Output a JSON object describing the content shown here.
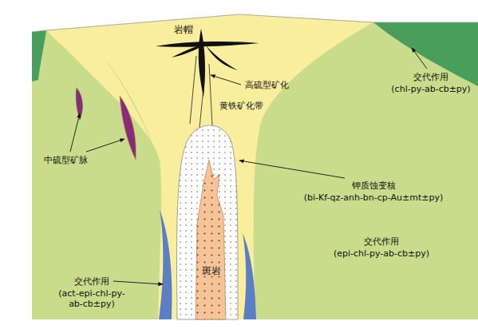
{
  "diagram": {
    "labels": [
      "岩帽",
      "高硫型矿化",
      "交代作用",
      "(chl-py-ab-cb±py)",
      "黄铁矿化带",
      "中硫型矿脉",
      "钾质蚀变核",
      "(bi-Kf-qz-anh-bn-cp-Au±mt±py)",
      "交代作用",
      "(epi-chl-py-ab-cb±py)",
      "斑岩",
      "交代作用",
      "(act-epi-chl-py-ab-cb±py)"
    ]
  }
}
